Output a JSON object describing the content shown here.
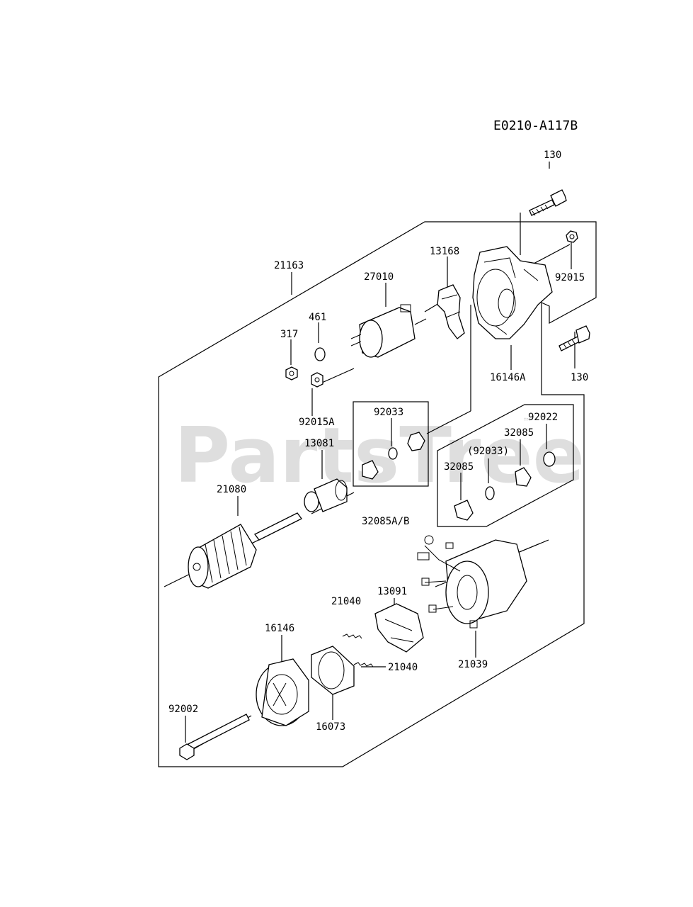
{
  "diagram_code": "E0210-A117B",
  "watermark": "PartsTree",
  "labels": {
    "p130_top": "130",
    "p130_right": "130",
    "p21163": "21163",
    "p13168": "13168",
    "p27010": "27010",
    "p92015": "92015",
    "p461": "461",
    "p317": "317",
    "p16146A": "16146A",
    "p92015A": "92015A",
    "p92033": "92033",
    "p92022": "92022",
    "p32085_a": "32085",
    "p92033_paren": "(92033)",
    "p32085_b": "32085",
    "p13081": "13081",
    "p21080": "21080",
    "p32085AB": "32085A/B",
    "p13091": "13091",
    "p21040_a": "21040",
    "p21040_b": "21040",
    "p16146": "16146",
    "p21039": "21039",
    "p92002": "92002",
    "p16073": "16073"
  }
}
